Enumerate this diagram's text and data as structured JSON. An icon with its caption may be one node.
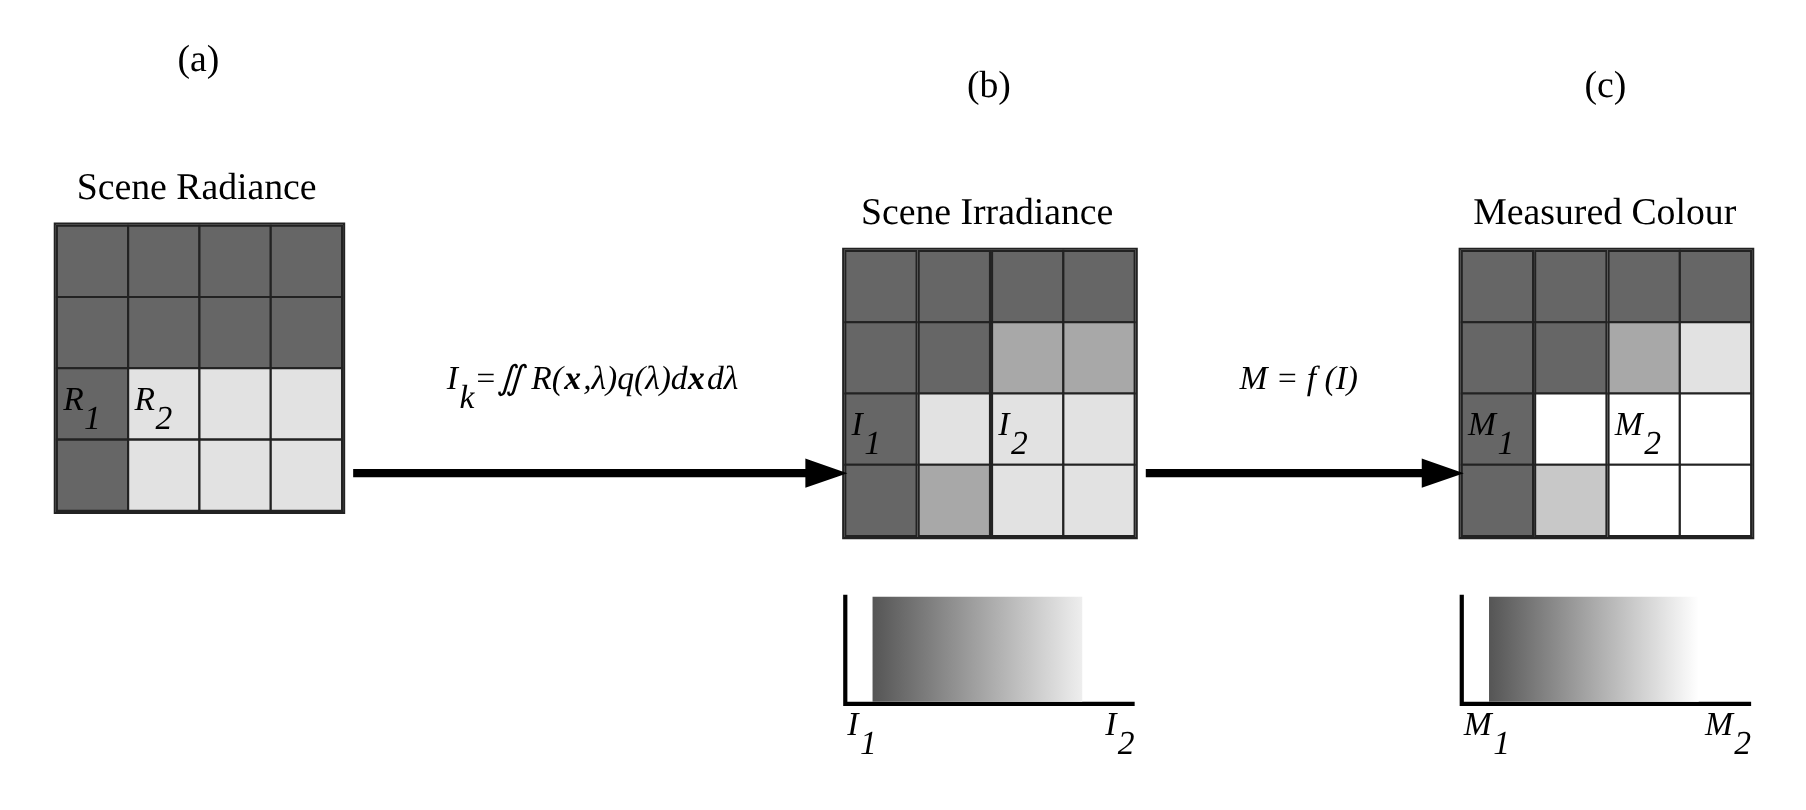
{
  "diagram": {
    "nodes": [
      {
        "text": [
          "Scene Radiance",
          "R$_{1}$",
          "R$_{2}$"
        ]
      },
      {
        "text": [
          "Scene Irradiance",
          "I$_{1}$",
          "I$_{2}$",
          "I$_{1}$",
          "I$_{2}$"
        ]
      },
      {
        "text": [
          "Measured Colour",
          "M$_{1}$",
          "M$_{2}$",
          "M$_{1}$",
          "M$_{2}$"
        ]
      }
    ],
    "labels": [
      "(a)",
      "(b)",
      "(c)"
    ],
    "edges": [
      {
        "from": 0,
        "to": 1,
        "arrow": "to",
        "label": "I$_{k}$=∬ R(**x**,λ)q(λ)d**x**dλ"
      },
      {
        "from": 1,
        "to": 2,
        "arrow": "to",
        "label": "M = f (I)"
      }
    ]
  }
}
